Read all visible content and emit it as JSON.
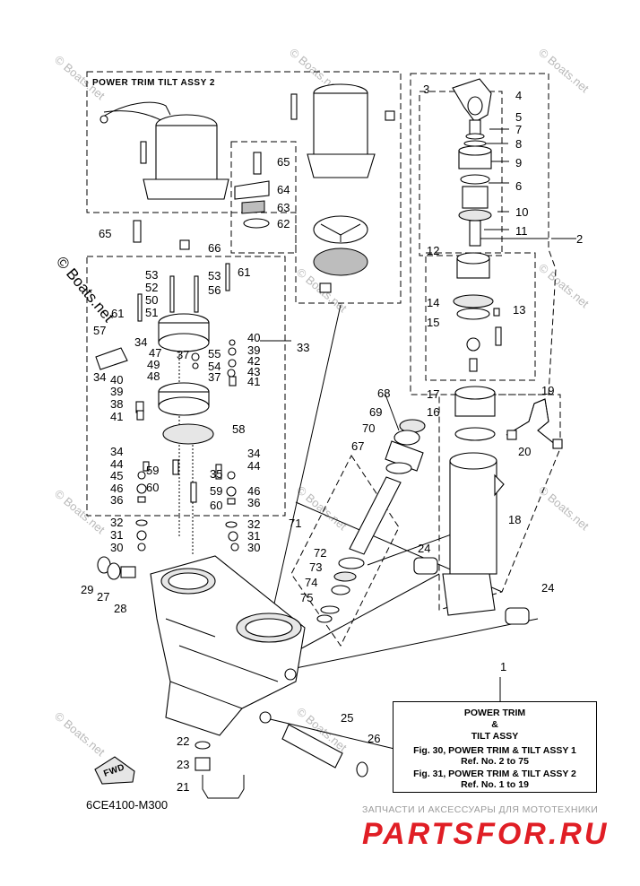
{
  "diagram": {
    "assy2_title": "POWER TRIM TILT ASSY 2",
    "drawing_code": "6CE4100-M300",
    "fwd_label": "FWD",
    "watermark": "© Boats.net",
    "legend": {
      "title_line1": "POWER TRIM",
      "title_line2": "&",
      "title_line3": "TILT ASSY",
      "fig30": "Fig. 30, POWER TRIM & TILT ASSY 1",
      "fig30_ref": "Ref. No. 2 to 75",
      "fig31": "Fig. 31, POWER TRIM & TILT ASSY 2",
      "fig31_ref": "Ref. No. 1 to 19"
    },
    "shop": {
      "tagline": "ЗАПЧАСТИ И АКСЕССУАРЫ ДЛЯ МОТОТЕХНИКИ",
      "logo": "PARTSFOR.RU"
    },
    "callouts": {
      "c1": "1",
      "c2": "2",
      "c3": "3",
      "c4": "4",
      "c5": "5",
      "c6": "6",
      "c7": "7",
      "c8": "8",
      "c9": "9",
      "c10": "10",
      "c11": "11",
      "c12": "12",
      "c13": "13",
      "c14": "14",
      "c15": "15",
      "c16": "16",
      "c17": "17",
      "c18": "18",
      "c19": "19",
      "c20": "20",
      "c21": "21",
      "c22": "22",
      "c23": "23",
      "c24a": "24",
      "c24b": "24",
      "c25": "25",
      "c26": "26",
      "c27": "27",
      "c28": "28",
      "c29": "29",
      "c30a": "30",
      "c30b": "30",
      "c31a": "31",
      "c31b": "31",
      "c32a": "32",
      "c32b": "32",
      "c33": "33",
      "c34a": "34",
      "c34b": "34",
      "c34c": "34",
      "c34d": "34",
      "c35": "35",
      "c36a": "36",
      "c36b": "36",
      "c37a": "37",
      "c37b": "37",
      "c38": "38",
      "c39a": "39",
      "c39b": "39",
      "c40a": "40",
      "c40b": "40",
      "c41a": "41",
      "c41b": "41",
      "c42": "42",
      "c43": "43",
      "c44a": "44",
      "c44b": "44",
      "c45": "45",
      "c46a": "46",
      "c46b": "46",
      "c47": "47",
      "c48": "48",
      "c49": "49",
      "c50": "50",
      "c51": "51",
      "c52": "52",
      "c53a": "53",
      "c53b": "53",
      "c54": "54",
      "c55": "55",
      "c56": "56",
      "c57": "57",
      "c58": "58",
      "c59a": "59",
      "c59b": "59",
      "c60a": "60",
      "c60b": "60",
      "c61a": "61",
      "c61b": "61",
      "c62": "62",
      "c63": "63",
      "c64": "64",
      "c65a": "65",
      "c65b": "65",
      "c66": "66",
      "c67": "67",
      "c68": "68",
      "c69": "69",
      "c70": "70",
      "c71": "71",
      "c72": "72",
      "c73": "73",
      "c74": "74",
      "c75": "75"
    }
  }
}
